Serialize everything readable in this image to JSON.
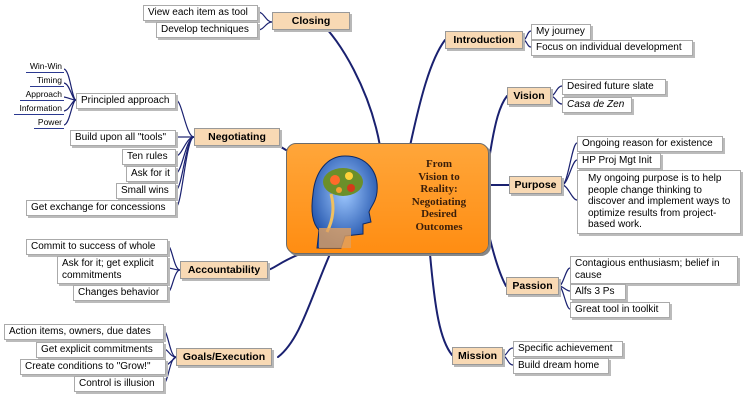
{
  "central": {
    "title": "From\nVision to\nReality:\nNegotiating\nDesired\nOutcomes"
  },
  "topics": {
    "closing": {
      "label": "Closing",
      "items": [
        "View each item as tool",
        "Develop techniques"
      ]
    },
    "negotiating": {
      "label": "Negotiating",
      "principled": {
        "label": "Principled approach",
        "items": [
          "Win-Win",
          "Timing",
          "Approach",
          "Information",
          "Power"
        ]
      },
      "items": [
        "Build upon all \"tools\"",
        "Ten rules",
        "Ask for it",
        "Small wins",
        "Get exchange for concessions"
      ]
    },
    "accountability": {
      "label": "Accountability",
      "items": [
        "Commit to success of whole",
        "Ask for it; get explicit commitments",
        "Changes behavior"
      ]
    },
    "goals": {
      "label": "Goals/Execution",
      "items": [
        "Action items, owners, due dates",
        "Get explicit commitments",
        "Create conditions to \"Grow!\"",
        "Control is illusion"
      ]
    },
    "introduction": {
      "label": "Introduction",
      "items": [
        "My journey",
        "Focus on individual development"
      ]
    },
    "vision": {
      "label": "Vision",
      "items": [
        "Desired future slate",
        "Casa de Zen"
      ]
    },
    "purpose": {
      "label": "Purpose",
      "items": [
        "Ongoing reason for existence",
        "HP Proj Mgt Init",
        "My ongoing purpose is to help people change thinking to discover and implement ways to optimize results from project-based work."
      ]
    },
    "passion": {
      "label": "Passion",
      "items": [
        "Contagious enthusiasm; belief in cause",
        "Alfs 3 Ps",
        "Great tool in toolkit"
      ]
    },
    "mission": {
      "label": "Mission",
      "items": [
        "Specific achievement",
        "Build dream home"
      ]
    }
  },
  "colors": {
    "connector": "#1a2170",
    "topic_fill": "#f8d9b4",
    "central_fill": "#ff9a25"
  }
}
